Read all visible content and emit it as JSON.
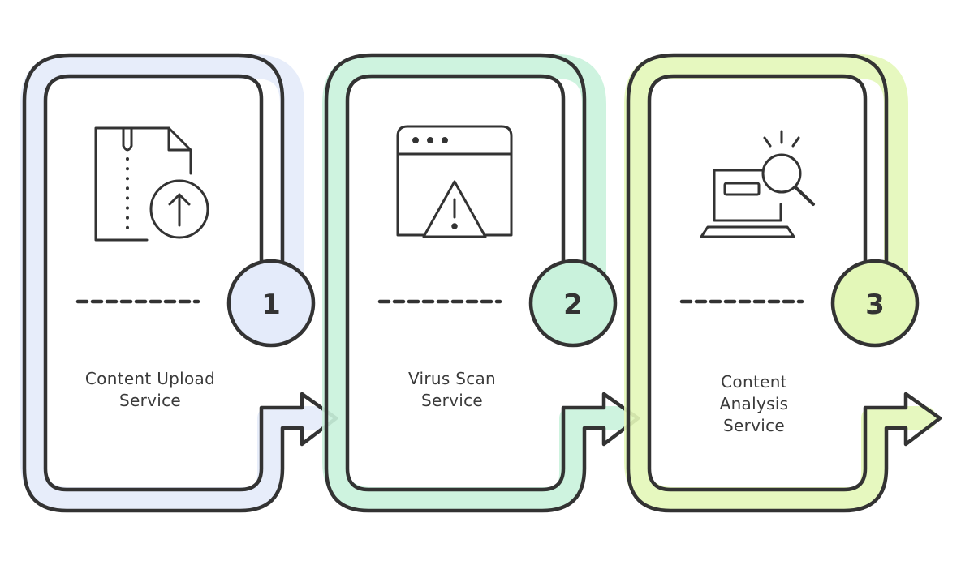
{
  "colors": {
    "outline": "#333333",
    "step1_highlight": "#e4ebfa",
    "step2_highlight": "#c9f2dc",
    "step3_highlight": "#e3f7b8"
  },
  "steps": [
    {
      "number": "1",
      "label_lines": [
        "Content Upload",
        "Service"
      ],
      "icon": "file-upload-icon",
      "color": "#e4ebfa"
    },
    {
      "number": "2",
      "label_lines": [
        "Virus Scan",
        "Service"
      ],
      "icon": "browser-warning-icon",
      "color": "#c9f2dc"
    },
    {
      "number": "3",
      "label_lines": [
        "Content",
        "Analysis",
        "Service"
      ],
      "icon": "laptop-search-icon",
      "color": "#e3f7b8"
    }
  ]
}
